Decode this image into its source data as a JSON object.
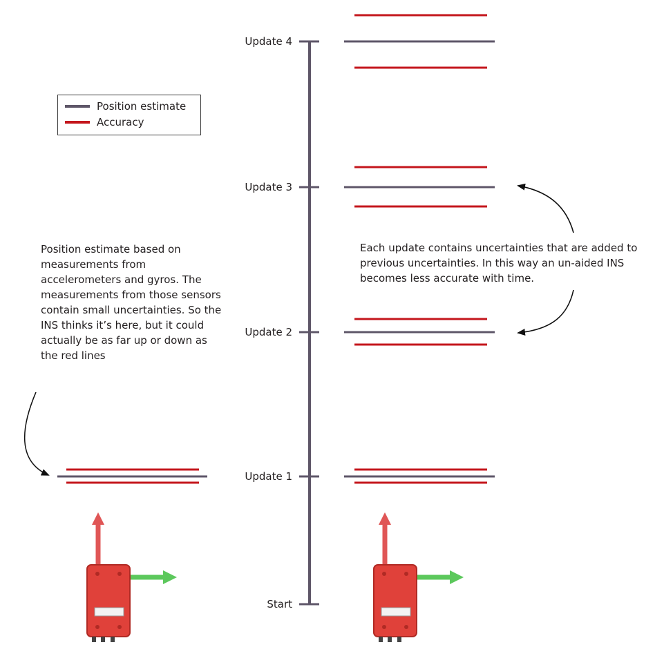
{
  "colors": {
    "position": "#5e5668",
    "accuracy": "#c4161c",
    "arrow": "#111111",
    "device_body": "#e0413a",
    "up_arrow": "#e05656",
    "right_arrow": "#5cc85c"
  },
  "legend": {
    "position_label": "Position estimate",
    "accuracy_label": "Accuracy"
  },
  "timeline": {
    "labels": [
      "Start",
      "Update 1",
      "Update 2",
      "Update 3",
      "Update 4"
    ]
  },
  "notes": {
    "left": "Position estimate based on measurements from accelerometers and gyros. The measurements from those sensors contain small uncertainties. So the INS thinks it’s here, but it could actually be as far up or down as the red lines",
    "right": "Each update contains uncertainties that are added to previous uncertainties. In this way an un-aided INS becomes less accurate with time."
  },
  "icons": {
    "device": "sensor-device-icon",
    "curve_arrow": "curved-arrow-icon"
  }
}
